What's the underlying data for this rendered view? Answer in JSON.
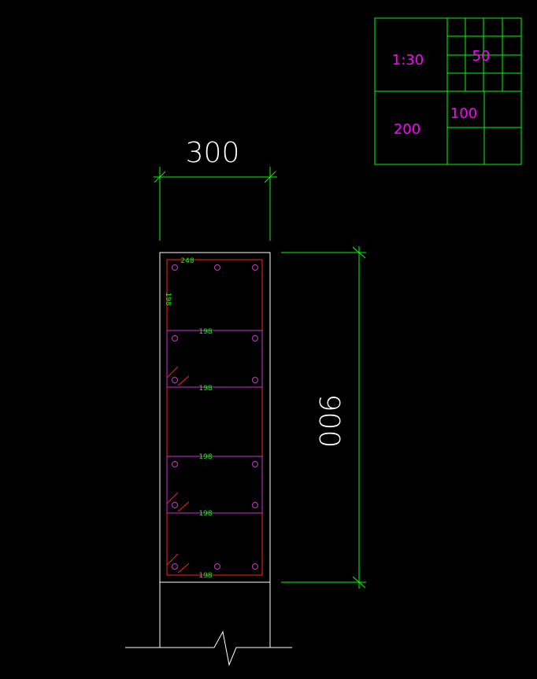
{
  "drawing": {
    "dimensions": {
      "width": "300",
      "height": "900"
    },
    "scale_legend": {
      "main": "1:30",
      "medium": "50",
      "fine": "100",
      "large": "200"
    },
    "stirrup_labels": {
      "top_outer": "248",
      "side": "198",
      "rows": [
        "198",
        "198",
        "198",
        "198",
        "198"
      ]
    }
  },
  "colors": {
    "background": "#000000",
    "outline": "#ffffff",
    "dimension": "#00ff00",
    "rebar_outer": "#ff2020",
    "rebar_inner": "#cc33cc",
    "text_scale": "#ff00ff"
  }
}
